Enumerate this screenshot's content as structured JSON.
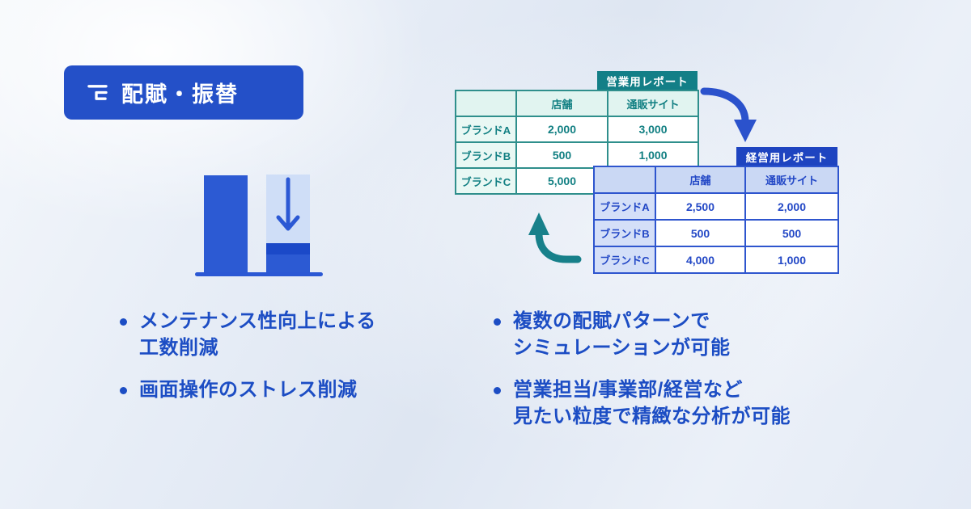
{
  "badge": {
    "label": "配賦・振替",
    "icon": "allocation-icon",
    "bg_color": "#2450c8"
  },
  "illustration": {
    "name": "bar-reallocation",
    "bar_color": "#2c5ad3",
    "light_bar_color": "#cfdef7",
    "band_color": "#1b49c8",
    "arrow_color": "#2b58d4"
  },
  "sales_table": {
    "tab": "営業用レポート",
    "tab_color": "#137f87",
    "border_color": "#2f8f8c",
    "text_color": "#117f82",
    "headers": [
      "",
      "店舗",
      "通販サイト"
    ],
    "rows": [
      {
        "label": "ブランドA",
        "values": [
          "2,000",
          "3,000"
        ]
      },
      {
        "label": "ブランドB",
        "values": [
          "500",
          "1,000"
        ]
      },
      {
        "label": "ブランドC",
        "values": [
          "5,000",
          ""
        ]
      }
    ]
  },
  "management_table": {
    "tab": "経営用レポート",
    "tab_color": "#1e44c0",
    "border_color": "#2e55ce",
    "text_color": "#2348c6",
    "headers": [
      "",
      "店舗",
      "通販サイト"
    ],
    "rows": [
      {
        "label": "ブランドA",
        "values": [
          "2,500",
          "2,000"
        ]
      },
      {
        "label": "ブランドB",
        "values": [
          "500",
          "500"
        ]
      },
      {
        "label": "ブランドC",
        "values": [
          "4,000",
          "1,000"
        ]
      }
    ]
  },
  "arrows": {
    "to_management_color": "#2b52cc",
    "to_sales_color": "#17808a"
  },
  "bullets_left": [
    {
      "lines": [
        "メンテナンス性向上による",
        "工数削減"
      ]
    },
    {
      "lines": [
        "画面操作のストレス削減"
      ]
    }
  ],
  "bullets_right": [
    {
      "lines": [
        "複数の配賦パターンで",
        "シミュレーションが可能"
      ]
    },
    {
      "lines": [
        "営業担当/事業部/経営など",
        "見たい粒度で精緻な分析が可能"
      ]
    }
  ],
  "bullet_text_color": "#1c4dc4"
}
